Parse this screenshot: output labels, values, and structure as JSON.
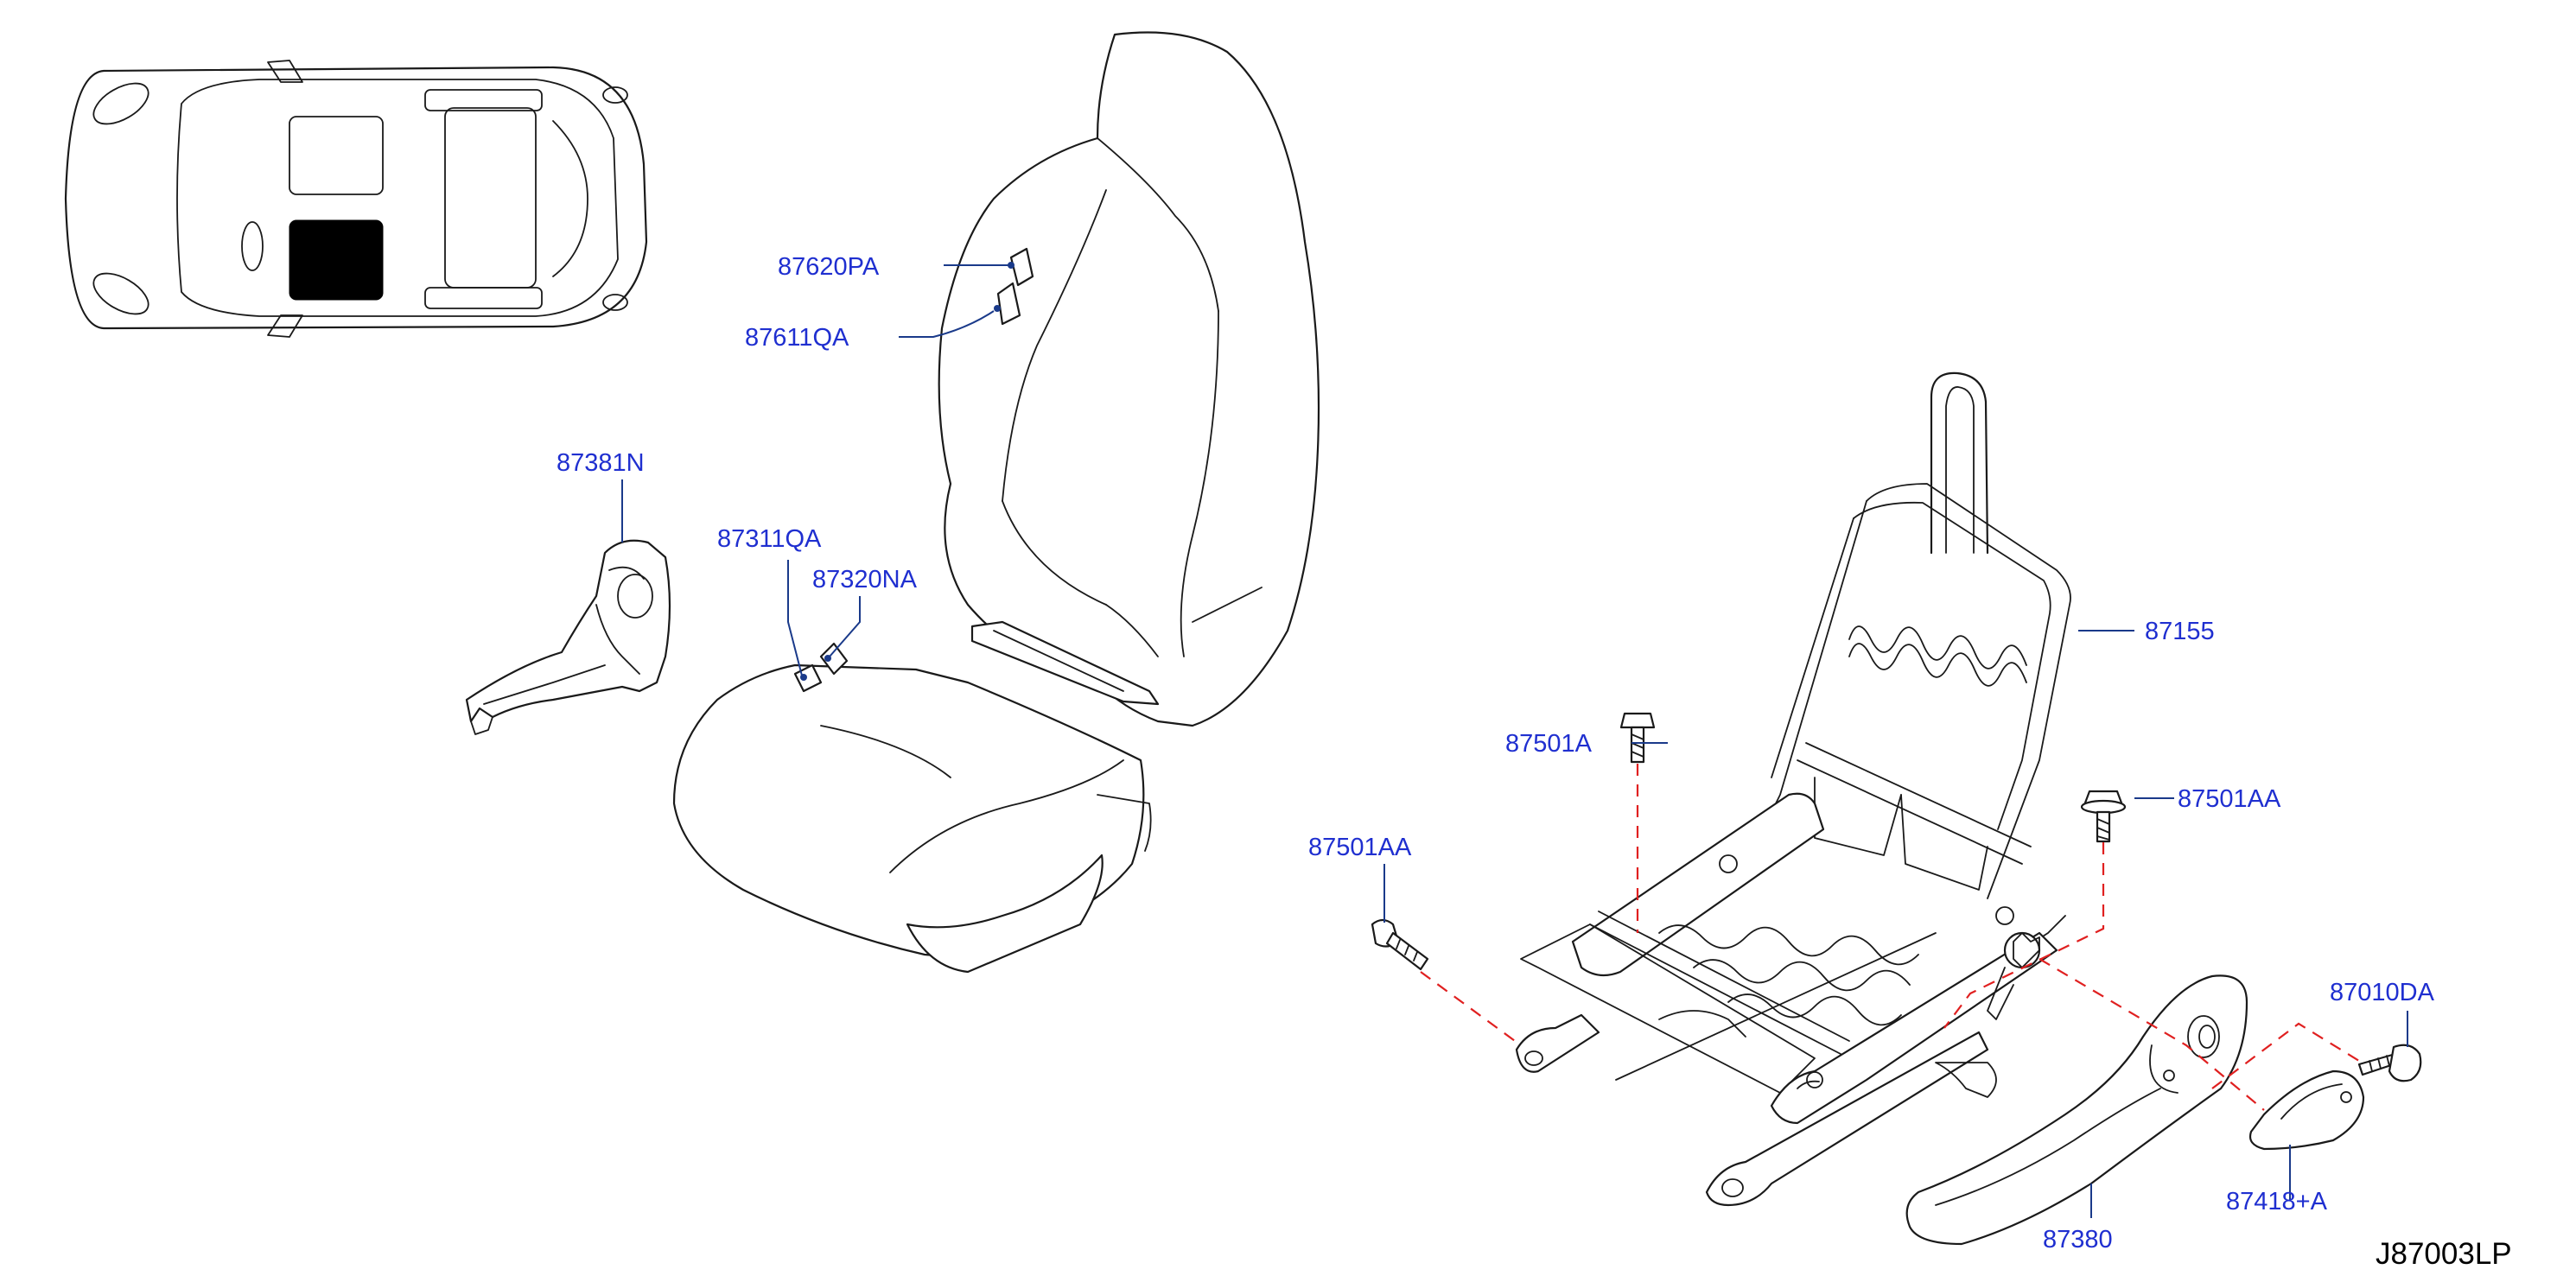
{
  "diagram_id": "J87003LP",
  "callouts": {
    "c_87620PA": "87620PA",
    "c_87611QA": "87611QA",
    "c_87381N": "87381N",
    "c_87311QA": "87311QA",
    "c_87320NA": "87320NA",
    "c_87155": "87155",
    "c_87501A": "87501A",
    "c_87501AA_left": "87501AA",
    "c_87501AA_right": "87501AA",
    "c_87010DA": "87010DA",
    "c_87418A": "87418+A",
    "c_87380": "87380"
  },
  "colors": {
    "callout_text": "#1f2fd0",
    "leader_line": "#1a3a8a",
    "assembly_line": "#e02020",
    "outline": "#1a1a1a",
    "highlight": "#000000"
  }
}
